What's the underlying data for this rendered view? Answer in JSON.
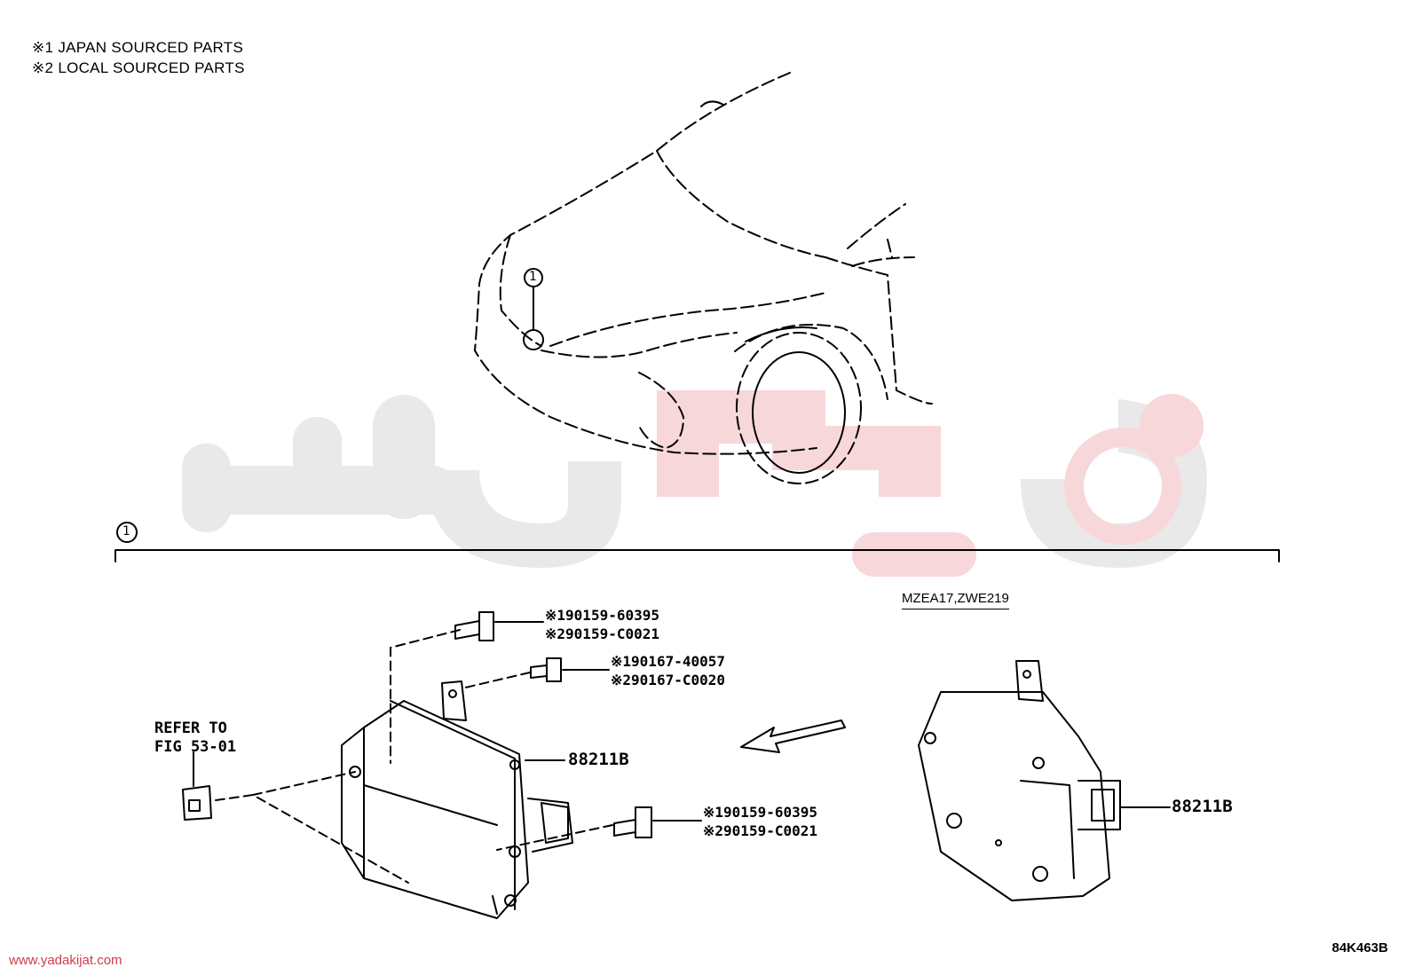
{
  "notes": [
    "※1 JAPAN SOURCED PARTS",
    "※2 LOCAL SOURCED PARTS"
  ],
  "callout": "1",
  "section_marker": "1",
  "refer": {
    "line1": "REFER TO",
    "line2": "FIG 53-01"
  },
  "model_code": "MZEA17,ZWE219",
  "parts": {
    "bolt_top": [
      "※190159-60395",
      "※290159-C0021"
    ],
    "bolt_mid": [
      "※190167-40057",
      "※290167-C0020"
    ],
    "bolt_low": [
      "※190159-60395",
      "※290159-C0021"
    ],
    "sensor_left": "88211B",
    "sensor_right": "88211B"
  },
  "figure_code": "84K463B",
  "watermark_site": "www.yadakijat.com",
  "colors": {
    "watermark_gray": "#e8e8e8",
    "watermark_red": "#f6d3d6",
    "site_red": "#d23a4a"
  }
}
